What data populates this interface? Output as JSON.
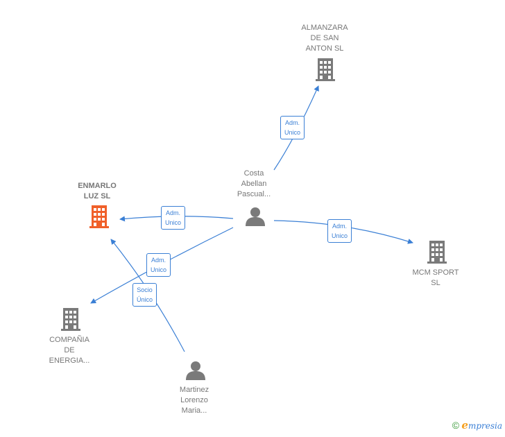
{
  "colors": {
    "edge": "#3a7fd5",
    "company": "#7a7a7a",
    "company_highlight": "#f0602a",
    "person": "#7a7a7a"
  },
  "nodes": {
    "almanzara": {
      "lines": [
        "ALMANZARA",
        "DE SAN",
        "ANTON  SL"
      ],
      "icon": "building-icon"
    },
    "enmarlo": {
      "lines": [
        "ENMARLO",
        "LUZ  SL"
      ],
      "icon": "building-icon"
    },
    "mcm": {
      "lines": [
        "MCM SPORT",
        "SL"
      ],
      "icon": "building-icon"
    },
    "compania": {
      "lines": [
        "COMPAÑIA",
        "DE",
        "ENERGIA..."
      ],
      "icon": "building-icon"
    },
    "costa": {
      "lines": [
        "Costa",
        "Abellan",
        "Pascual..."
      ],
      "icon": "person-icon"
    },
    "martinez": {
      "lines": [
        "Martinez",
        "Lorenzo",
        "Maria..."
      ],
      "icon": "person-icon"
    }
  },
  "edges": {
    "costa_almanzara": [
      "Adm.",
      "Unico"
    ],
    "costa_enmarlo": [
      "Adm.",
      "Unico"
    ],
    "costa_mcm": [
      "Adm.",
      "Unico"
    ],
    "costa_compania": [
      "Adm.",
      "Unico"
    ],
    "martinez_enmarlo": [
      "Socio",
      "Único"
    ]
  },
  "footer": {
    "copyright": "©",
    "brand_initial": "e",
    "brand_rest": "mpresia"
  }
}
